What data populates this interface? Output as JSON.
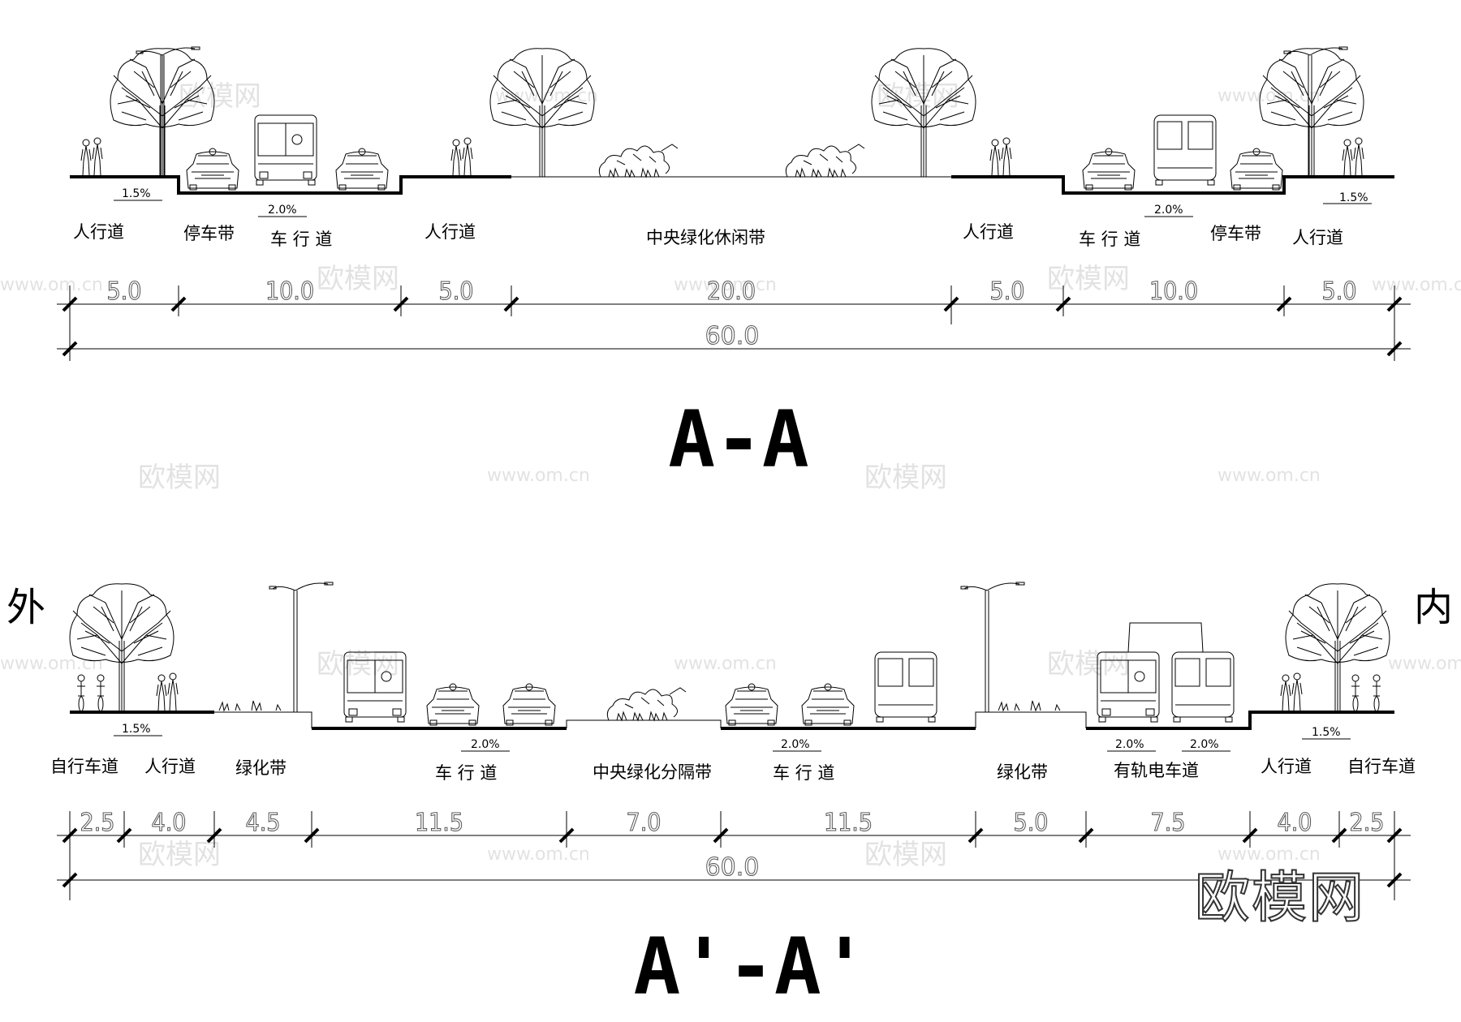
{
  "watermark": {
    "brand": "欧模网",
    "url": "www.om.cn"
  },
  "sections": [
    {
      "title": "A-A",
      "labels": [
        "人行道",
        "停车带",
        "车 行 道",
        "人行道",
        "中央绿化休闲带",
        "人行道",
        "车 行 道",
        "停车带",
        "人行道"
      ],
      "slopes": [
        "1.5%",
        "2.0%",
        "2.0%",
        "1.5%"
      ],
      "widths": [
        "5.0",
        "10.0",
        "5.0",
        "20.0",
        "5.0",
        "10.0",
        "5.0"
      ],
      "total": "60.0"
    },
    {
      "title": "A'-A'",
      "left_side": "外",
      "right_side": "内",
      "labels": [
        "自行车道",
        "人行道",
        "绿化带",
        "车 行 道",
        "中央绿化分隔带",
        "车 行 道",
        "绿化带",
        "有轨电车道",
        "人行道",
        "自行车道"
      ],
      "slopes": [
        "1.5%",
        "2.0%",
        "2.0%",
        "2.0%",
        "2.0%",
        "1.5%"
      ],
      "widths": [
        "2.5",
        "4.0",
        "4.5",
        "11.5",
        "7.0",
        "11.5",
        "5.0",
        "7.5",
        "4.0",
        "2.5"
      ],
      "total": "60.0"
    }
  ]
}
